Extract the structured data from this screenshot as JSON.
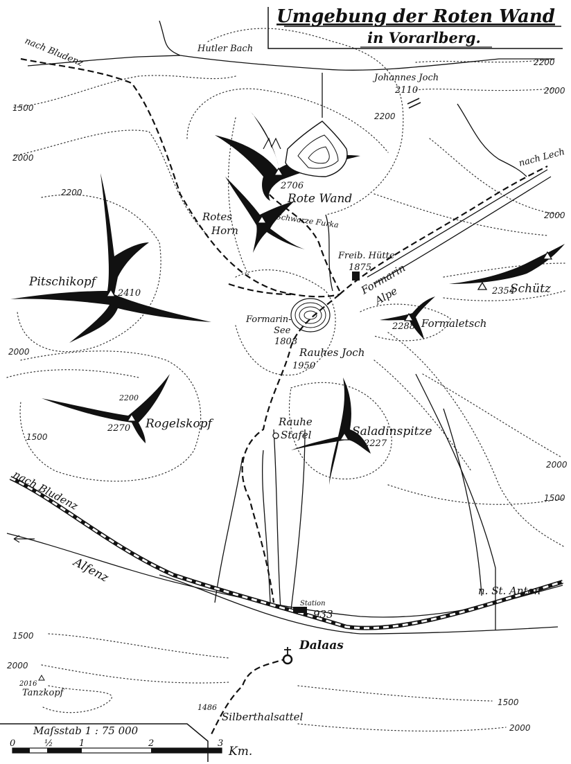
{
  "title": {
    "line1": "Umgebung der Roten Wand",
    "line2": "in Vorarlberg."
  },
  "peaks": [
    {
      "name": "Rote Wand",
      "elevation": "2706"
    },
    {
      "name_line1": "Rotes",
      "name_line2": "Horn"
    },
    {
      "name": "Pitschikopf",
      "elevation": "2410"
    },
    {
      "name": "Rogelskopf",
      "elevation": "2270",
      "contour": "2200"
    },
    {
      "name": "Saladinspitze",
      "elevation": "2227"
    },
    {
      "name": "Schütz",
      "elevation": "2354"
    },
    {
      "name": "Formaletsch",
      "elevation": "2288"
    },
    {
      "name": "Tanzkopf",
      "elevation": "2016"
    }
  ],
  "places": {
    "johannes_joch": {
      "name": "Johannes Joch",
      "elevation": "2110"
    },
    "schwarze_furka": "Schwarze Furka",
    "freib_hutte": {
      "name": "Freib. Hütte",
      "elevation": "1875"
    },
    "formarin_alpe_1": "Formarin",
    "formarin_alpe_2": "Alpe",
    "formarin_see": {
      "line1": "Formarin-",
      "line2": "See",
      "elevation": "1808"
    },
    "rauhes_joch": {
      "name": "Rauhes Joch",
      "elevation": "1950"
    },
    "rauhe_stafel": {
      "line1": "Rauhe",
      "line2": "Stafel"
    },
    "station": {
      "name": "Station",
      "elevation": "933"
    },
    "dalaas": "Dalaas",
    "silberthalsattel": {
      "name": "Silberthalsattel",
      "elevation": "1486"
    }
  },
  "directions": {
    "nach_bludenz_top": "nach Bludenz",
    "nach_lech": "nach Lech",
    "nach_bludenz_rail": "nach Bludenz",
    "st_anton": "n. St. Anton"
  },
  "waters": {
    "hutler_bach": "Hutler Bach",
    "alfenz": "Alfenz"
  },
  "contour_labels": {
    "c2200_tr": "2200",
    "c2000_tr": "2000",
    "c1500_l": "1500",
    "c2200_c": "2200",
    "c2000_l": "2000",
    "c2200_l": "2200",
    "c2000_r": "2000",
    "c2000_l2": "2000",
    "c1500_l2": "1500",
    "c2000_r2": "2000",
    "c1500_r2": "1500",
    "c1500_bl": "1500",
    "c2000_bl": "2000",
    "c1500_br": "1500",
    "c2000_br": "2000"
  },
  "scale": {
    "title": "Maſsstab 1 : 75 000",
    "ticks": [
      "0",
      "½",
      "1",
      "2",
      "3"
    ],
    "unit": "Km."
  },
  "colors": {
    "ink": "#111111",
    "paper": "#ffffff"
  }
}
